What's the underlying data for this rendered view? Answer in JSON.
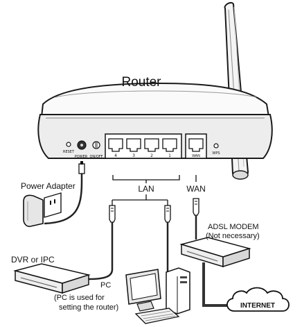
{
  "labels": {
    "router": "Router",
    "power_adapter": "Power Adapter",
    "lan": "LAN",
    "wan": "WAN",
    "adsl_modem_line1": "ADSL MODEM",
    "adsl_modem_line2": "(Not necessary)",
    "dvr_or_ipc": "DVR or IPC",
    "pc": "PC",
    "pc_note_line1": "(PC is used for",
    "pc_note_line2": "setting the router)",
    "internet": "INTERNET"
  },
  "router_panel": {
    "reset": "RESET",
    "power": "POWER",
    "on_off": "ON/OFF",
    "ports": [
      "4",
      "3",
      "2",
      "1"
    ],
    "wan_port": "WAN",
    "wps": "WPS"
  },
  "colors": {
    "outline": "#1a1a1a",
    "cable": "#222222",
    "internet_cable": "#333333",
    "device_fill": "#ffffff",
    "shade": "#d8d8d8"
  }
}
